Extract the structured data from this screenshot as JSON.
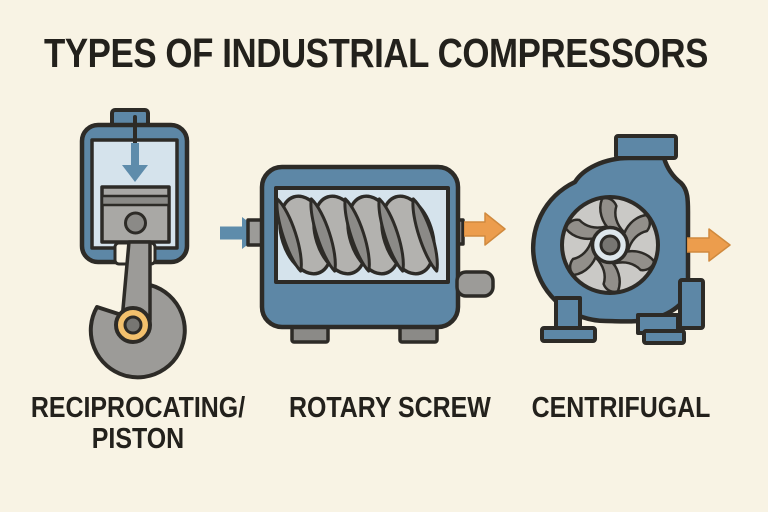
{
  "title": "TYPES OF INDUSTRIAL COMPRESSORS",
  "figures": [
    {
      "icon": "reciprocating-piston-compressor-icon",
      "label_line1": "RECIPROCATING/",
      "label_line2": "PISTON"
    },
    {
      "icon": "rotary-screw-compressor-icon",
      "label_line1": "ROTARY SCREW",
      "label_line2": ""
    },
    {
      "icon": "centrifugal-compressor-icon",
      "label_line1": "CENTRIFUGAL",
      "label_line2": ""
    }
  ],
  "flow_arrows": [
    {
      "icon": "flow-arrow-right-icon",
      "color": "#5e8cab",
      "position": "between reciprocating and rotary screw"
    },
    {
      "icon": "flow-arrow-right-icon",
      "color": "#ec9d4d",
      "position": "between rotary screw and centrifugal"
    },
    {
      "icon": "flow-arrow-right-icon",
      "color": "#ec9d4d",
      "position": "after centrifugal"
    }
  ],
  "palette": {
    "bg": "#f8f3e4",
    "ink": "#23211c",
    "outline": "#2d2b27",
    "steel-blue": "#5d87a6",
    "light-blue": "#d5e3ec",
    "arrow-blue": "#5e8cab",
    "orange": "#ec9d4d",
    "orange-edge": "#d08a3e",
    "amber": "#f2c06d",
    "piston-gray": "#a9a8a5",
    "gray-light": "#b3b2af",
    "gray-mid": "#9c9b98",
    "gray-dark": "#8b8a87",
    "gray-deep": "#777672",
    "impeller-light": "#cac9c6",
    "impeller-hub": "#dde7ec",
    "blade-gray": "#928f8a"
  }
}
